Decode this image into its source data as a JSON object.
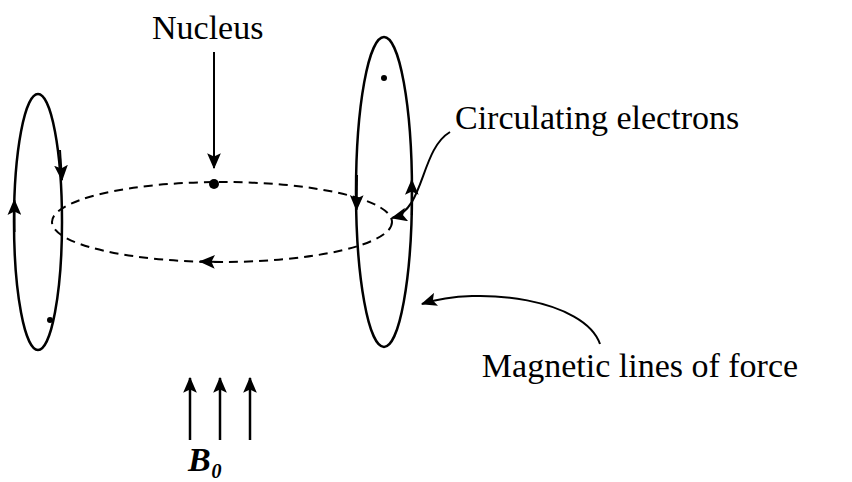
{
  "diagram": {
    "labels": [
      "Nucleus",
      "Circulating electrons",
      "Magnetic lines of force",
      "B₀"
    ]
  }
}
